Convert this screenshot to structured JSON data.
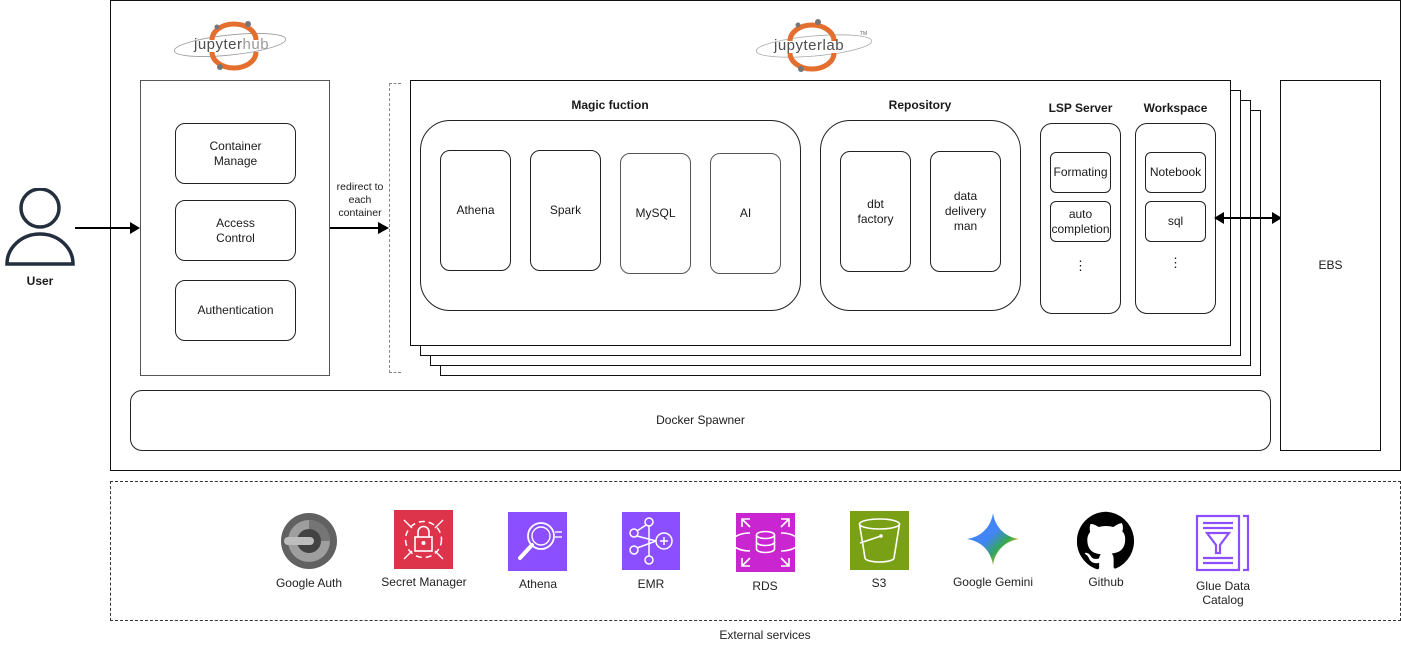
{
  "user": {
    "label": "User"
  },
  "jupyterhub": {
    "logo_text_a": "jupyter",
    "logo_text_b": "hub",
    "components": [
      "Container Manage",
      "Access Control",
      "Authentication"
    ]
  },
  "redirect_label": "redirect to each container",
  "jupyterlab": {
    "logo_text_a": "jupyter",
    "logo_text_b": "lab",
    "logo_tm": "TM",
    "magic": {
      "title": "Magic fuction",
      "items": [
        "Athena",
        "Spark",
        "MySQL",
        "AI"
      ]
    },
    "repository": {
      "title": "Repository",
      "items": [
        "dbt factory",
        "data delivery man"
      ]
    },
    "lsp": {
      "title": "LSP Server",
      "items": [
        "Formating",
        "auto completion"
      ],
      "more": "⋮"
    },
    "workspace": {
      "title": "Workspace",
      "items": [
        "Notebook",
        "sql"
      ],
      "more": "⋮"
    }
  },
  "ebs": {
    "label": "EBS"
  },
  "docker_spawner": {
    "label": "Docker Spawner"
  },
  "external": {
    "title": "External services",
    "services": [
      {
        "name": "Google Auth",
        "icon": "google-authenticator-icon",
        "color": "#5f6368"
      },
      {
        "name": "Secret Manager",
        "icon": "secrets-manager-icon",
        "color": "#dd344c"
      },
      {
        "name": "Athena",
        "icon": "athena-icon",
        "color": "#8c4fff"
      },
      {
        "name": "EMR",
        "icon": "emr-icon",
        "color": "#8c4fff"
      },
      {
        "name": "RDS",
        "icon": "rds-icon",
        "color": "#c925d1"
      },
      {
        "name": "S3",
        "icon": "s3-bucket-icon",
        "color": "#7aa116"
      },
      {
        "name": "Google Gemini",
        "icon": "gemini-star-icon",
        "color": "#4285f4"
      },
      {
        "name": "Github",
        "icon": "github-icon",
        "color": "#000000"
      },
      {
        "name": "Glue Data Catalog",
        "icon": "glue-catalog-icon",
        "color": "#8c4fff"
      }
    ]
  },
  "colors": {
    "jupyter_orange": "#e46e2e",
    "jupyter_gray": "#767677"
  }
}
